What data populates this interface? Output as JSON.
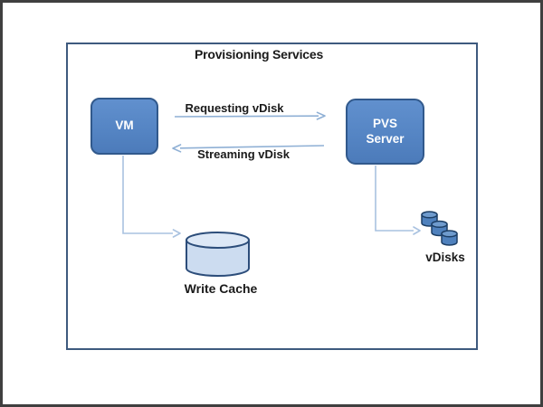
{
  "diagram": {
    "title": "Provisioning Services",
    "nodes": {
      "vm": {
        "label": "VM"
      },
      "pvs_server": {
        "label": "PVS Server",
        "line1": "PVS",
        "line2": "Server"
      },
      "write_cache": {
        "label": "Write Cache"
      },
      "vdisks": {
        "label": "vDisks",
        "cylinder_count": 3
      }
    },
    "edges": {
      "requesting": {
        "label": "Requesting vDisk",
        "from": "VM",
        "to": "PVS Server",
        "direction": "right"
      },
      "streaming": {
        "label": "Streaming vDisk",
        "from": "PVS Server",
        "to": "VM",
        "direction": "left"
      },
      "vm_to_write_cache": {
        "from": "VM",
        "to": "Write Cache"
      },
      "pvs_to_vdisks": {
        "from": "PVS Server",
        "to": "vDisks"
      }
    },
    "colors": {
      "node_fill": "#5585c4",
      "node_border": "#31598c",
      "node_text": "#ffffff",
      "cache_fill": "#ccdcf0",
      "cache_top_fill": "#dde8f6",
      "cache_border": "#2c4d7a",
      "vdisk_fill": "#4f81bd",
      "vdisk_top_fill": "#6f9bcd",
      "vdisk_border": "#1d3f66",
      "arrow_line": "#8fb0d5",
      "connector_line": "#a9c2e0",
      "frame_border": "#3e5a7e",
      "outer_border": "#3f3f3f",
      "label_text": "#1a1a1a"
    }
  }
}
